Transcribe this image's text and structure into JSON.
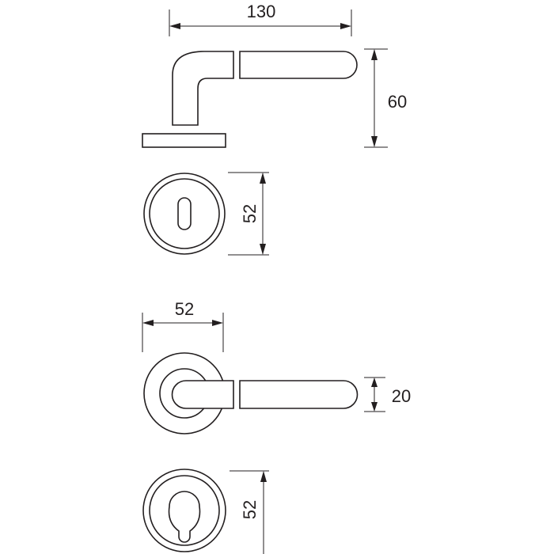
{
  "drawing": {
    "dimensions": {
      "overall_length": "130",
      "projection": "60",
      "escutcheon_key_diameter": "52",
      "rose_diameter": "52",
      "lever_thickness": "20",
      "escutcheon_cylinder_diameter": "52"
    },
    "line_color": "#231f20"
  }
}
